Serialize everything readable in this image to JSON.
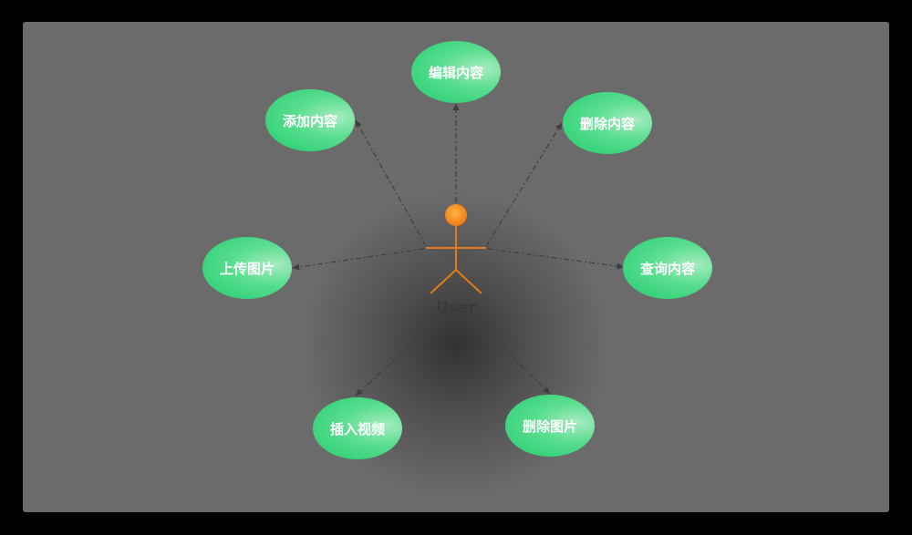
{
  "actor": {
    "label": "User",
    "head_color": "#f0821a",
    "body_color": "#e07d16"
  },
  "use_cases": [
    {
      "id": "edit",
      "label": "编辑内容"
    },
    {
      "id": "add",
      "label": "添加内容"
    },
    {
      "id": "delete-content",
      "label": "删除内容"
    },
    {
      "id": "upload-image",
      "label": "上传图片"
    },
    {
      "id": "query",
      "label": "查询内容"
    },
    {
      "id": "insert-video",
      "label": "插入视频"
    },
    {
      "id": "delete-image",
      "label": "删除图片"
    }
  ],
  "colors": {
    "background": "#000000",
    "canvas": "#6b6b6b",
    "node_fill": "#22cc6e",
    "connector": "#444444"
  }
}
